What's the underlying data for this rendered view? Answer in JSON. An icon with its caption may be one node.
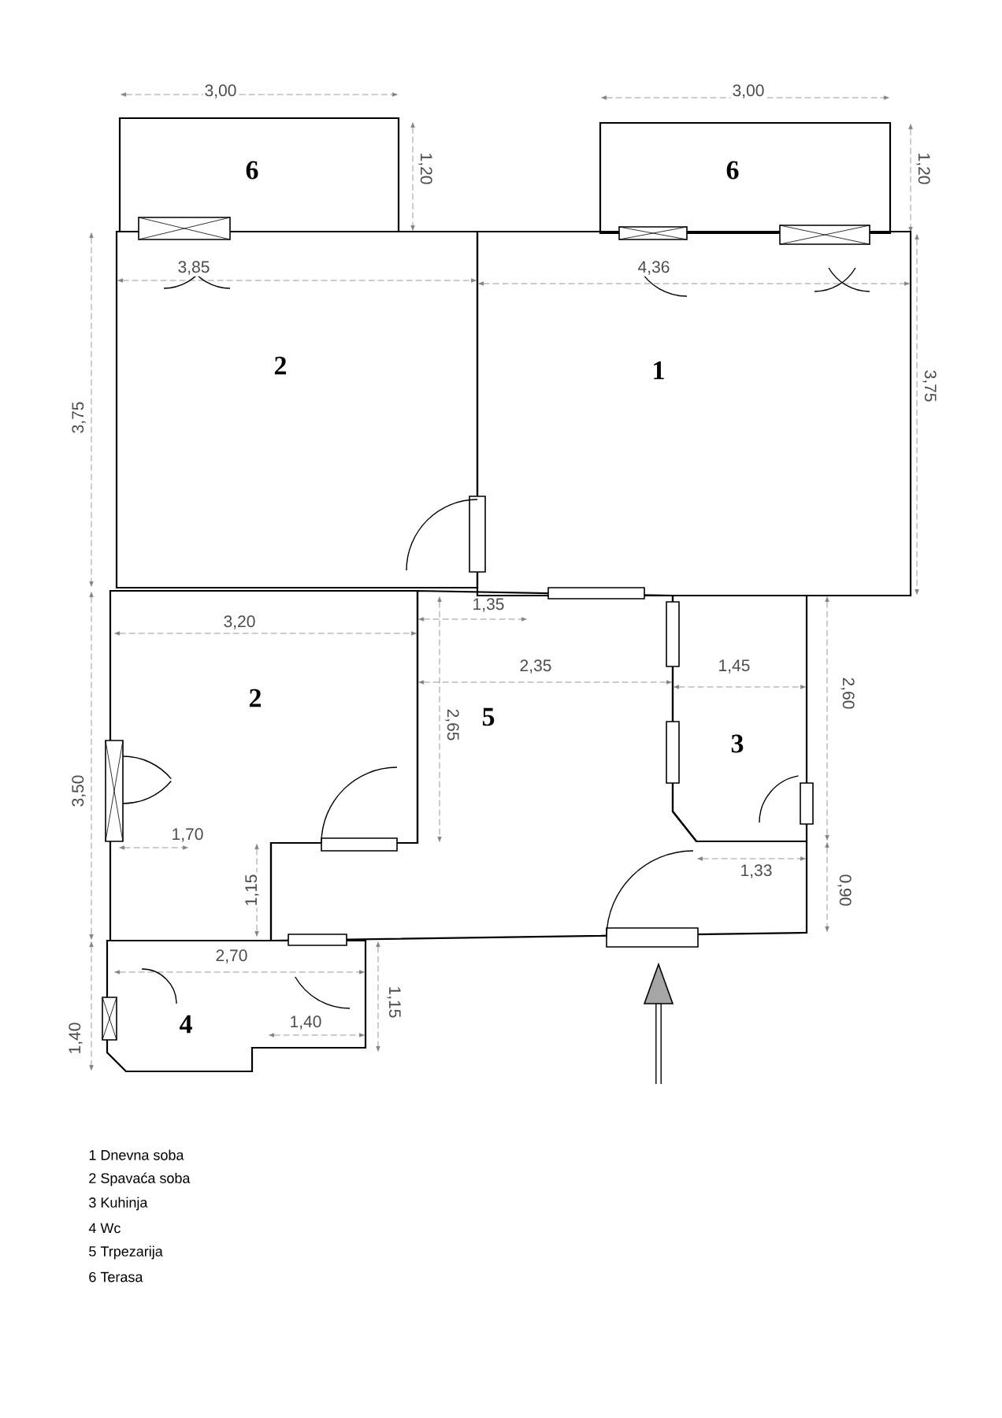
{
  "diagram": {
    "nodes": [
      {
        "text": [
          "6"
        ]
      },
      {
        "text": [
          "6"
        ]
      },
      {
        "text": [
          "2"
        ]
      },
      {
        "text": [
          "1"
        ]
      },
      {
        "text": [
          "2"
        ]
      },
      {
        "text": [
          "5"
        ]
      },
      {
        "text": [
          "3"
        ]
      },
      {
        "text": [
          "4"
        ]
      }
    ],
    "labels": [
      "3,00",
      "3,00",
      "1,20",
      "1,20",
      "3,85",
      "4,36",
      "3,75",
      "3,75",
      "3,20",
      "1,35",
      "2,35",
      "1,45",
      "2,65",
      "2,60",
      "3,50",
      "1,70",
      "1,15",
      "1,33",
      "0,90",
      "2,70",
      "1,40",
      "1,40",
      "1,15",
      "1 Dnevna soba",
      "2 Spavaća soba",
      "3 Kuhinja",
      "4 Wc",
      "5 Trpezarija",
      "6 Terasa"
    ]
  }
}
